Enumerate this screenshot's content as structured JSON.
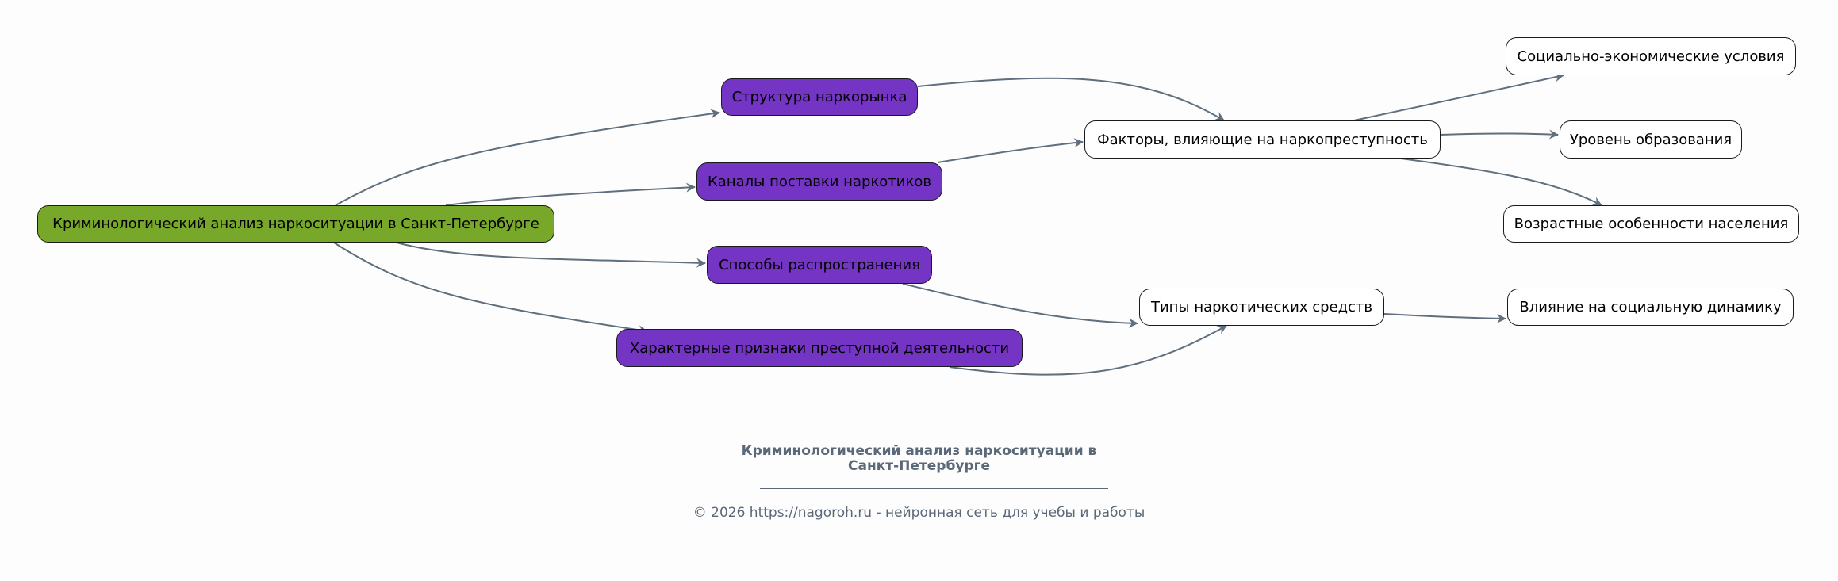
{
  "colors": {
    "root": "#78a82a",
    "category": "#7434c4",
    "leaf": "#ffffff",
    "edge": "#5f6f7e",
    "footer": "#5a6878"
  },
  "nodes": {
    "root": "Криминологический анализ наркоситуации в Санкт-Петербурге",
    "structure": "Структура наркорынка",
    "channels": "Каналы поставки наркотиков",
    "methods": "Способы распространения",
    "signs": "Характерные признаки преступной деятельности",
    "factors": "Факторы, влияющие на наркопреступность",
    "types": "Типы наркотических средств",
    "socioeconomic": "Социально-экономические условия",
    "education": "Уровень образования",
    "age": "Возрастные особенности населения",
    "social_dynamics": "Влияние на социальную динамику"
  },
  "edges": [
    {
      "from": "root",
      "to": "structure"
    },
    {
      "from": "root",
      "to": "channels"
    },
    {
      "from": "root",
      "to": "methods"
    },
    {
      "from": "root",
      "to": "signs"
    },
    {
      "from": "structure",
      "to": "factors"
    },
    {
      "from": "channels",
      "to": "factors"
    },
    {
      "from": "methods",
      "to": "types"
    },
    {
      "from": "signs",
      "to": "types"
    },
    {
      "from": "factors",
      "to": "socioeconomic"
    },
    {
      "from": "factors",
      "to": "education"
    },
    {
      "from": "factors",
      "to": "age"
    },
    {
      "from": "types",
      "to": "social_dynamics"
    }
  ],
  "footer": {
    "title_line1": "Криминологический анализ наркоситуации в",
    "title_line2": "Санкт-Петербурге",
    "copyright": "© 2026 https://nagoroh.ru - нейронная сеть для учебы и работы"
  }
}
